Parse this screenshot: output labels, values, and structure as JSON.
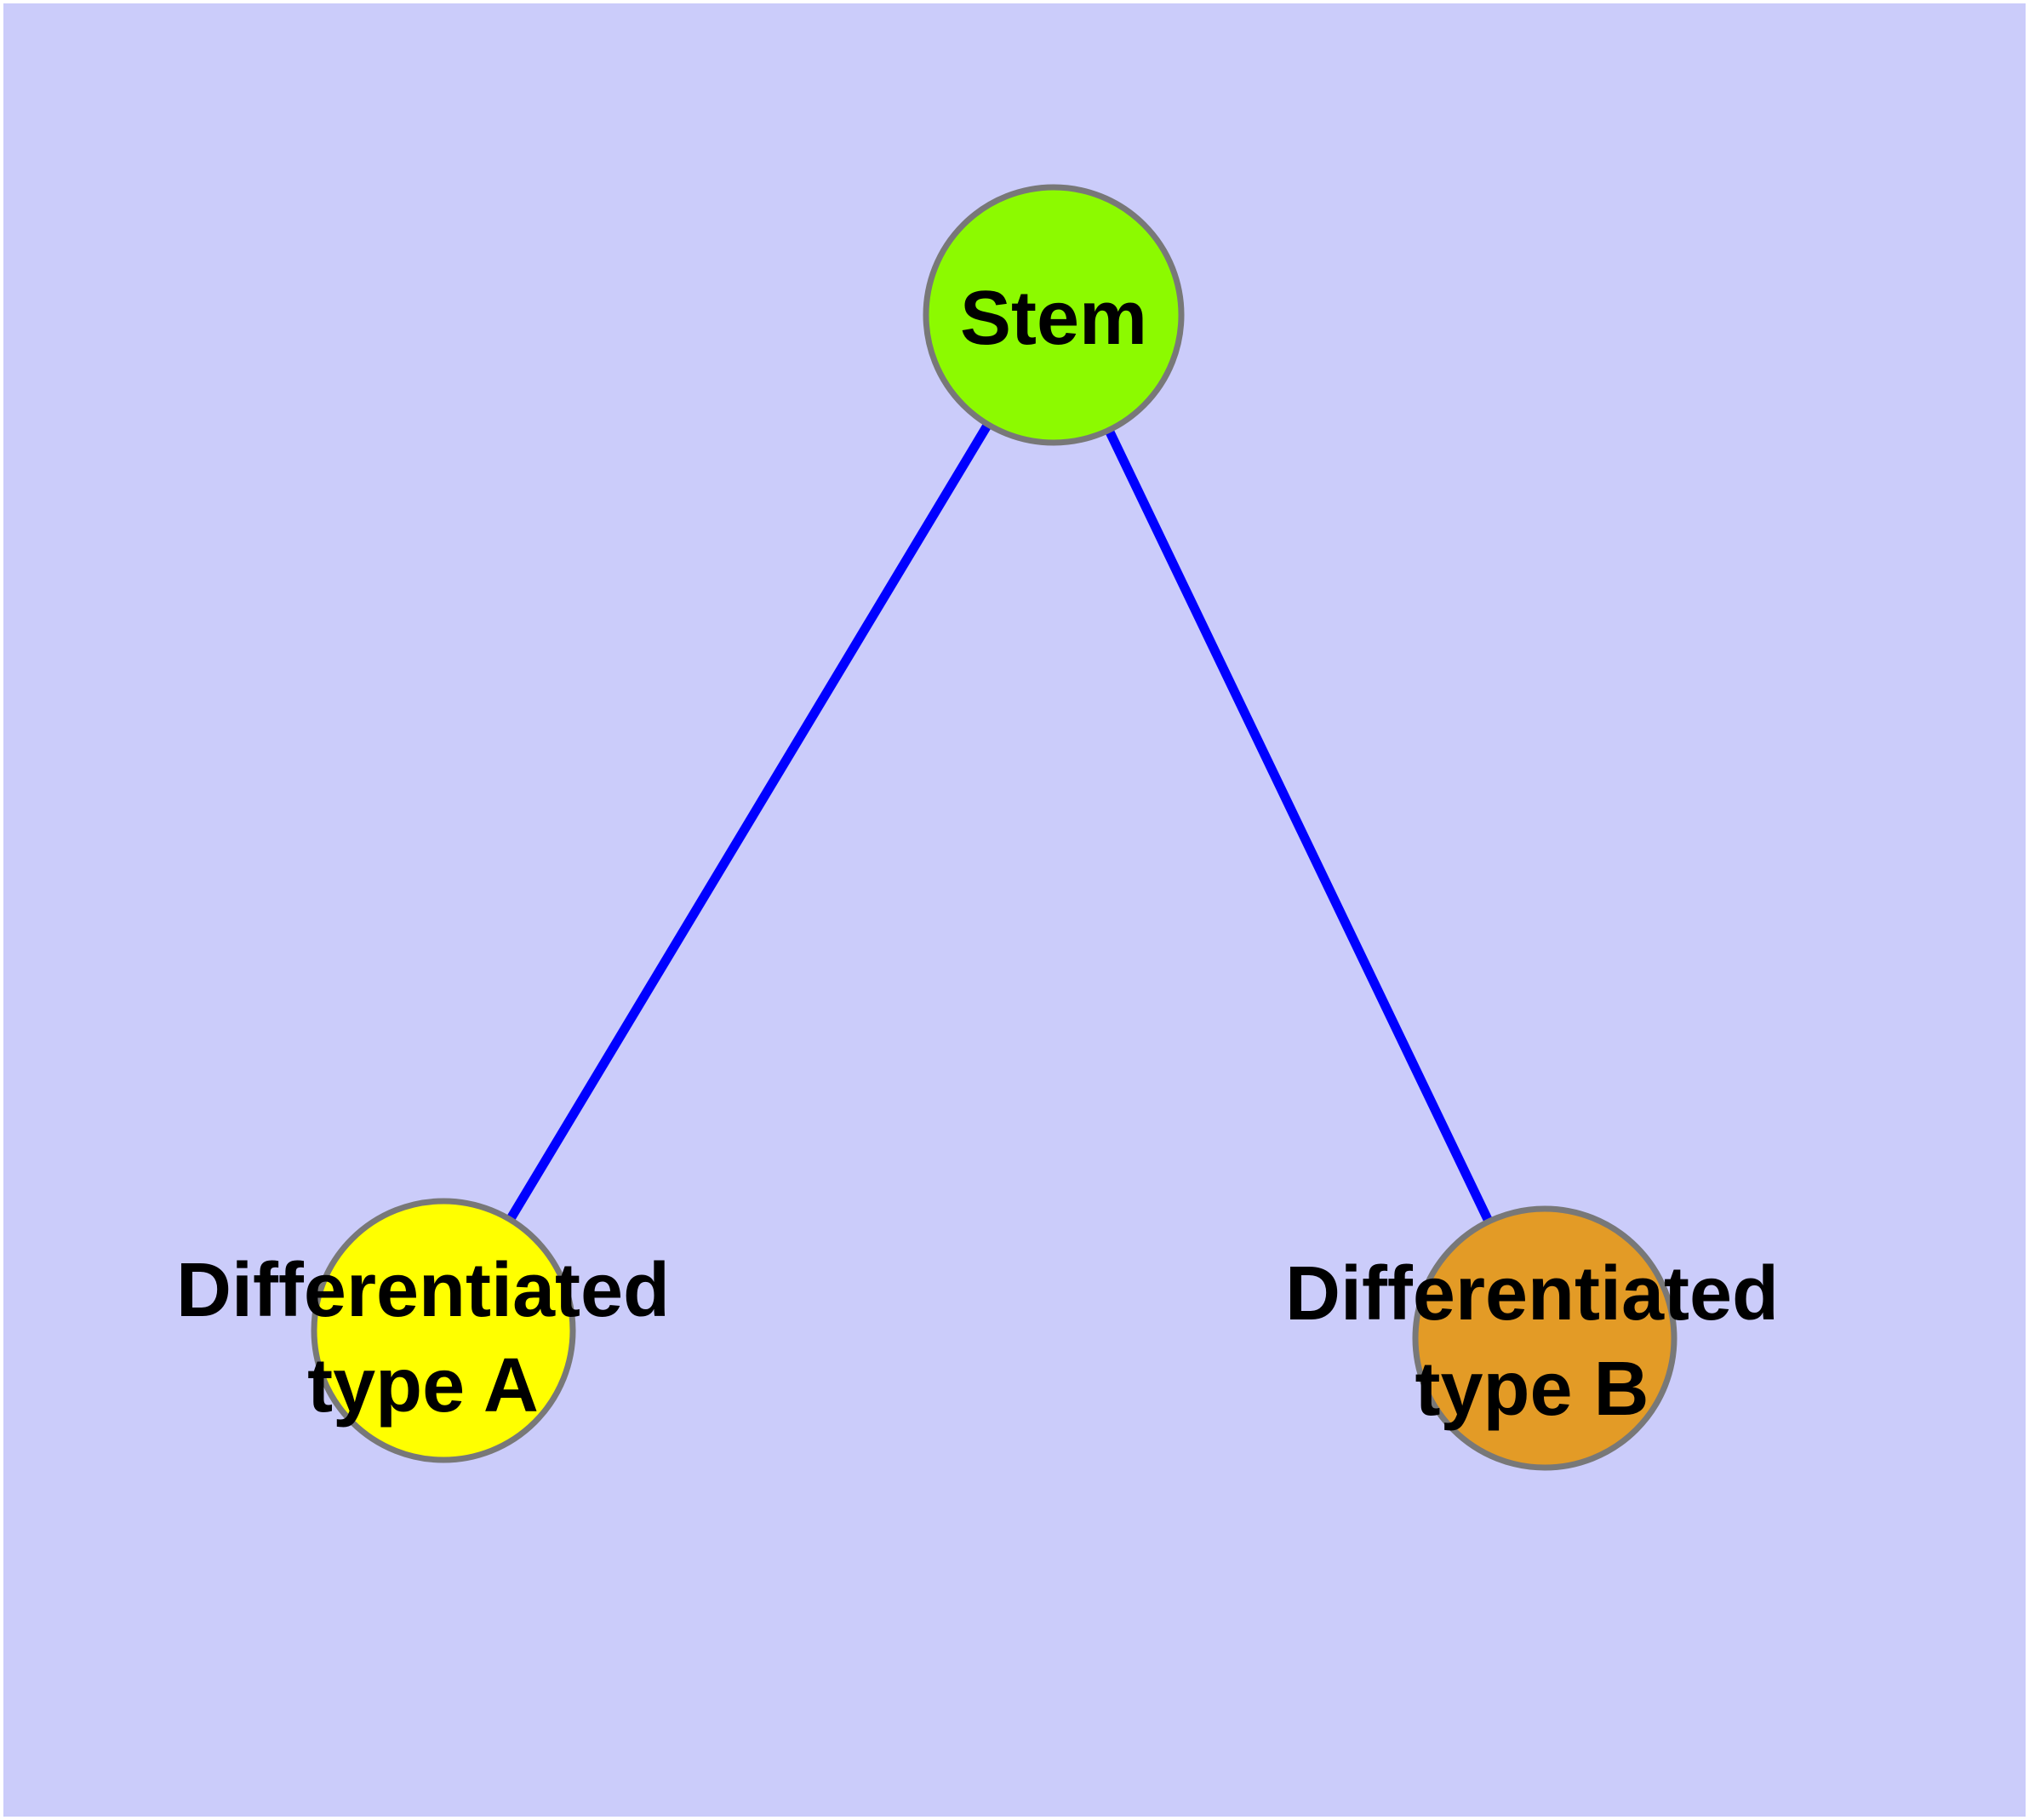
{
  "canvas": {
    "background_color": "#CBCCFA",
    "margin_color": "#FFFFFF"
  },
  "graph": {
    "edge_color": "#0000FF",
    "node_border_color": "#787878",
    "label_color": "#000000",
    "nodes": [
      {
        "id": "stem",
        "label_line1": "Stem",
        "label_line2": "",
        "fill": "#8CFA00"
      },
      {
        "id": "type-a",
        "label_line1": "Differentiated",
        "label_line2": "type A",
        "fill": "#FFFF00"
      },
      {
        "id": "type-b",
        "label_line1": "Differentiated",
        "label_line2": "type B",
        "fill": "#E39B26"
      }
    ],
    "edges": [
      {
        "from": "stem",
        "to": "type-a"
      },
      {
        "from": "stem",
        "to": "type-b"
      }
    ]
  }
}
